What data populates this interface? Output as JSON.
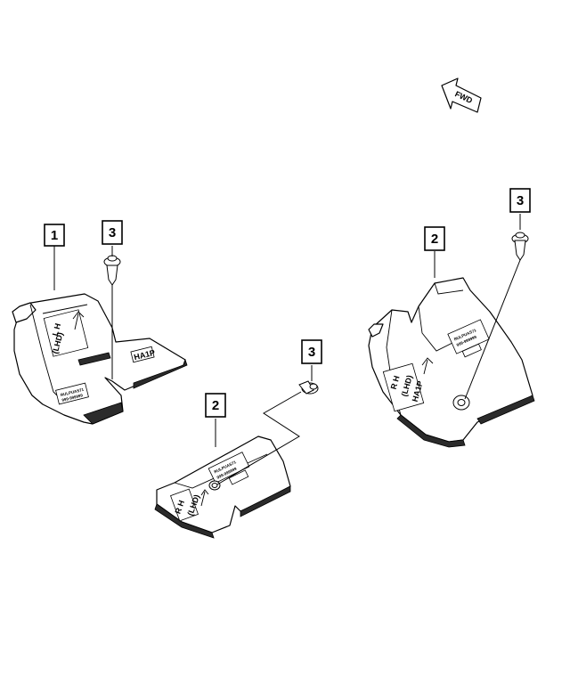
{
  "direction_indicator": {
    "label": "FWD"
  },
  "callouts": [
    {
      "id": "callout-1",
      "number": "1"
    },
    {
      "id": "callout-3-left",
      "number": "3"
    },
    {
      "id": "callout-3-center",
      "number": "3"
    },
    {
      "id": "callout-2-center",
      "number": "2"
    },
    {
      "id": "callout-2-right",
      "number": "2"
    },
    {
      "id": "callout-3-right",
      "number": "3"
    }
  ],
  "parts": {
    "lh_shield": {
      "side_label": "L H",
      "drive_label": "(LHD)",
      "code_label": "HA1P",
      "part_number_line1": "RULPUAS71",
      "part_number_line2": "999-999999"
    },
    "rh_shield_small": {
      "side_label": "R H",
      "drive_label": "(LHD)",
      "part_number_line1": "RULPUAS71",
      "part_number_line2": "999-999999"
    },
    "rh_shield_large": {
      "side_label": "R H",
      "drive_label": "(LHD)",
      "code_label": "HA1P",
      "part_number_line1": "RULPUAS71",
      "part_number_line2": "999-999999"
    }
  }
}
